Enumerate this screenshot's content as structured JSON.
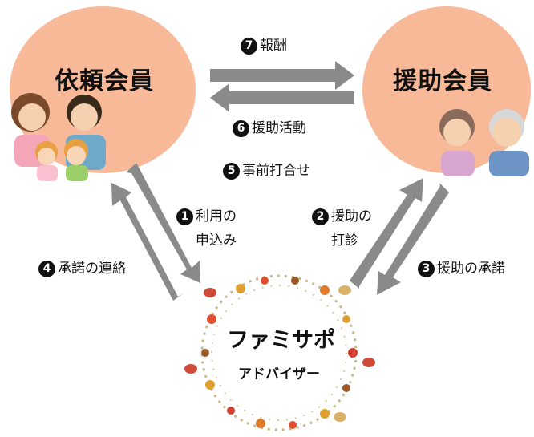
{
  "nodes": {
    "left": "依頼会員",
    "right": "援助会員",
    "center_main": "ファミサポ",
    "center_sub": "アドバイザー"
  },
  "steps": [
    {
      "num": "1",
      "lines": [
        "利用の",
        "申込み"
      ]
    },
    {
      "num": "2",
      "lines": [
        "援助の",
        "打診"
      ]
    },
    {
      "num": "3",
      "text": "援助の承諾"
    },
    {
      "num": "4",
      "text": "承諾の連絡"
    },
    {
      "num": "5",
      "text": "事前打合せ"
    },
    {
      "num": "6",
      "text": "援助活動"
    },
    {
      "num": "7",
      "text": "報酬"
    }
  ],
  "colors": {
    "circle": "#f8b998",
    "arrow": "#8a8a8a",
    "badge": "#111111"
  },
  "icons": [
    "family-illustration",
    "elderly-couple-illustration",
    "floral-wreath"
  ]
}
